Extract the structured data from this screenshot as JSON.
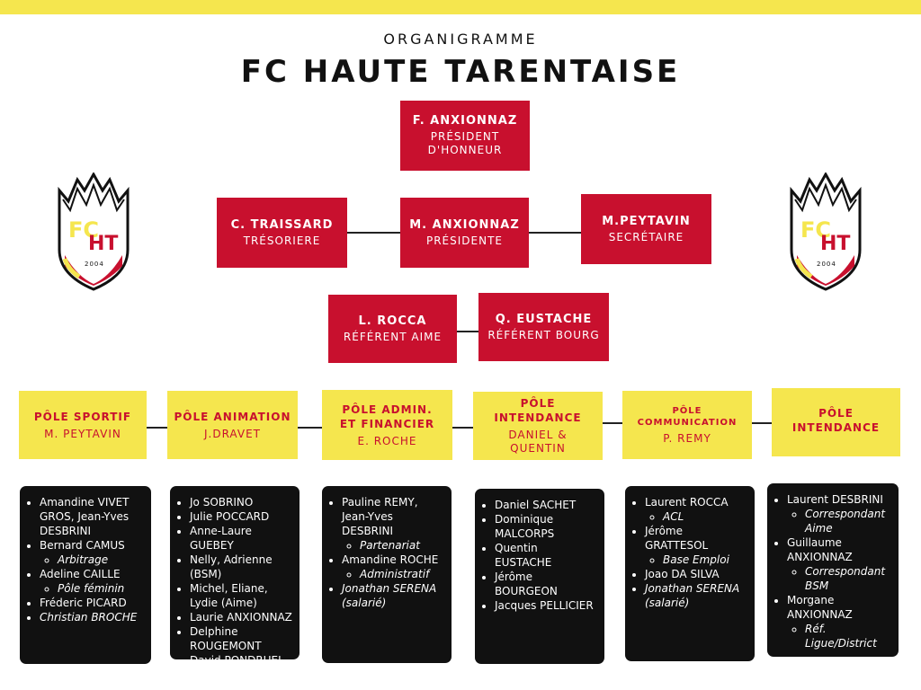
{
  "header": {
    "subtitle": "ORGANIGRAMME",
    "title": "FC HAUTE TARENTAISE"
  },
  "logo": {
    "initials_a": "FC",
    "initials_b": "HT",
    "year": "2004"
  },
  "colors": {
    "red": "#c8102e",
    "yellow": "#f5e64e",
    "black": "#111111"
  },
  "bureau": {
    "honneur": {
      "name": "F. ANXIONNAZ",
      "role": "PRÉSIDENT\nD'HONNEUR"
    },
    "tresoriere": {
      "name": "C. TRAISSARD",
      "role": "TRÉSORIERE"
    },
    "presidente": {
      "name": "M. ANXIONNAZ",
      "role": "PRÉSIDENTE"
    },
    "secretaire": {
      "name": "M.PEYTAVIN",
      "role": "SECRÉTAIRE"
    },
    "ref_aime": {
      "name": "L. ROCCA",
      "role": "RÉFÉRENT AIME"
    },
    "ref_bourg": {
      "name": "Q. EUSTACHE",
      "role": "RÉFÉRENT BOURG"
    }
  },
  "poles": [
    {
      "title": "PÔLE SPORTIF",
      "head": "M. PEYTAVIN",
      "members": [
        {
          "text": "Amandine VIVET GROS, Jean-Yves DESBRINI"
        },
        {
          "text": "Bernard CAMUS",
          "sub": [
            "Arbitrage"
          ]
        },
        {
          "text": "Adeline CAILLE",
          "sub": [
            "Pôle féminin"
          ]
        },
        {
          "text": "Fréderic PICARD"
        },
        {
          "text": "Christian BROCHE",
          "italic": true
        }
      ]
    },
    {
      "title": "PÔLE ANIMATION",
      "head": "J.DRAVET",
      "members": [
        {
          "text": "Jo SOBRINO"
        },
        {
          "text": "Julie POCCARD"
        },
        {
          "text": "Anne-Laure GUEBEY"
        },
        {
          "text": "Nelly, Adrienne (BSM)"
        },
        {
          "text": "Michel, Eliane, Lydie (Aime)"
        },
        {
          "text": "Laurie ANXIONNAZ"
        },
        {
          "text": "Delphine ROUGEMONT"
        },
        {
          "text": "David PONDRUEL"
        }
      ]
    },
    {
      "title": "PÔLE ADMIN.\nET FINANCIER",
      "head": "E. ROCHE",
      "members": [
        {
          "text": "Pauline REMY, Jean-Yves DESBRINI",
          "sub": [
            "Partenariat"
          ]
        },
        {
          "text": "Amandine ROCHE",
          "sub": [
            "Administratif"
          ]
        },
        {
          "text": "Jonathan SERENA (salarié)",
          "italic": true
        }
      ]
    },
    {
      "title": "PÔLE INTENDANCE",
      "head": "DANIEL &\nQUENTIN",
      "members": [
        {
          "text": "Daniel SACHET"
        },
        {
          "text": "Dominique MALCORPS"
        },
        {
          "text": "Quentin EUSTACHE"
        },
        {
          "text": "Jérôme BOURGEON"
        },
        {
          "text": "Jacques PELLICIER"
        }
      ]
    },
    {
      "title": "PÔLE\nCOMMUNICATION",
      "head": "P. REMY",
      "members": [
        {
          "text": "Laurent ROCCA",
          "sub": [
            "ACL"
          ]
        },
        {
          "text": "Jérôme GRATTESOL",
          "sub": [
            "Base Emploi"
          ]
        },
        {
          "text": "Joao DA SILVA"
        },
        {
          "text": "Jonathan SERENA (salarié)",
          "italic": true
        }
      ]
    },
    {
      "title": "PÔLE\nINTENDANCE",
      "head": "",
      "members": [
        {
          "text": "Laurent DESBRINI",
          "sub": [
            "Correspondant Aime"
          ]
        },
        {
          "text": "Guillaume ANXIONNAZ",
          "sub": [
            "Correspondant BSM"
          ]
        },
        {
          "text": "Morgane ANXIONNAZ",
          "sub": [
            "Réf. Ligue/District"
          ]
        }
      ]
    }
  ]
}
